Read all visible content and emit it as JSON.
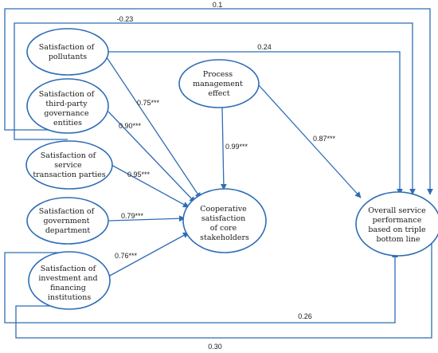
{
  "nodes": {
    "pollutants": [
      "Satisfaction of",
      "pollutants"
    ],
    "third_party": [
      "Satisfaction of",
      "third-party",
      "governance",
      "entities"
    ],
    "transaction": [
      "Satisfaction of",
      "service",
      "transaction parties"
    ],
    "government": [
      "Satisfaction of",
      "government",
      "department"
    ],
    "investment": [
      "Satisfaction of",
      "investment and",
      "financing",
      "institutions"
    ],
    "process": [
      "Process",
      "management",
      "effect"
    ],
    "cooperative": [
      "Cooperative",
      "satisfaction",
      "of core",
      "stakeholders"
    ],
    "overall": [
      "Overall service",
      "performance",
      "based on triple",
      "bottom line"
    ]
  },
  "coefficients": {
    "top_0_1": "0.1",
    "top_neg_0_23": "-0.23",
    "poll_overall": "0.24",
    "poll_coop": "0.75***",
    "third_coop": "0.90***",
    "process_coop": "0.99***",
    "process_overall": "0.87***",
    "trans_coop": "0.95***",
    "gov_coop": "0.79***",
    "inv_coop": "0.76***",
    "bottom_0_26": "0.26",
    "bottom_0_30": "0.30"
  },
  "colors": {
    "line": "#2f6db5",
    "text": "#1a1a1a"
  }
}
